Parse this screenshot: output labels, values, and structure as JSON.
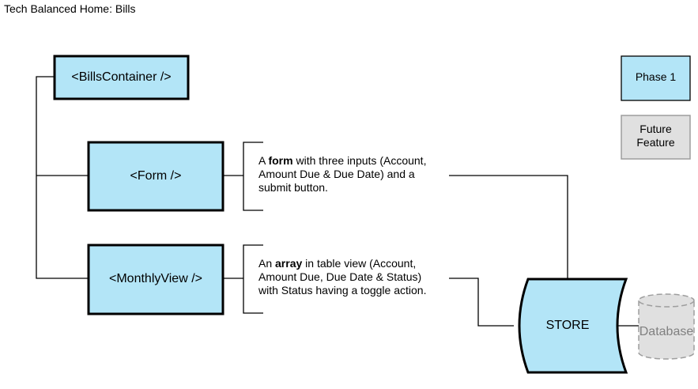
{
  "page_title": "Tech Balanced Home: Bills",
  "colors": {
    "phase1_fill": "#b3e5f7",
    "future_fill": "#e0e0e0",
    "stroke": "#000000",
    "database_stroke": "#9e9e9e",
    "database_text": "#808080"
  },
  "nodes": {
    "bills_container": "<BillsContainer />",
    "form": "<Form />",
    "monthly_view": "<MonthlyView />",
    "store": "STORE",
    "database": "Database"
  },
  "descriptions": {
    "form": {
      "before": "A ",
      "bold": "form",
      "after": " with three inputs (Account, Amount Due & Due Date) and a submit button."
    },
    "monthly_view": {
      "before": "An ",
      "bold": "array",
      "after": " in table view (Account, Amount Due, Due Date & Status) with Status having a toggle action."
    }
  },
  "legend": {
    "phase1": "Phase 1",
    "future_line1": "Future",
    "future_line2": "Feature"
  }
}
